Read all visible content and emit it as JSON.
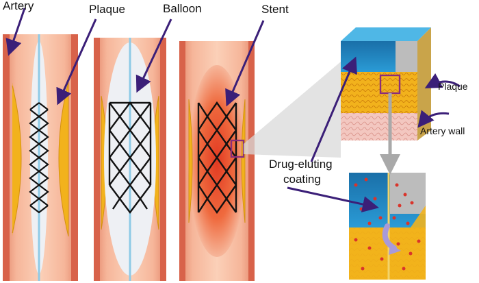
{
  "labels": {
    "artery": "Artery",
    "plaque": "Plaque",
    "balloon": "Balloon",
    "stent": "Stent",
    "plaque_detail": "Plaque",
    "artery_wall": "Artery wall",
    "drug_coating_line1": "Drug-eluting",
    "drug_coating_line2": "coating"
  },
  "colors": {
    "vessel": "#f0a07a",
    "plaque": "#f2b21c",
    "balloon": "#eef0f4",
    "stent_wire": "#111111",
    "coating": "#2a9bd6",
    "arrow": "#3b1f78",
    "highlight_box": "#8a2d7a",
    "drug_dots": "#d9342b"
  }
}
